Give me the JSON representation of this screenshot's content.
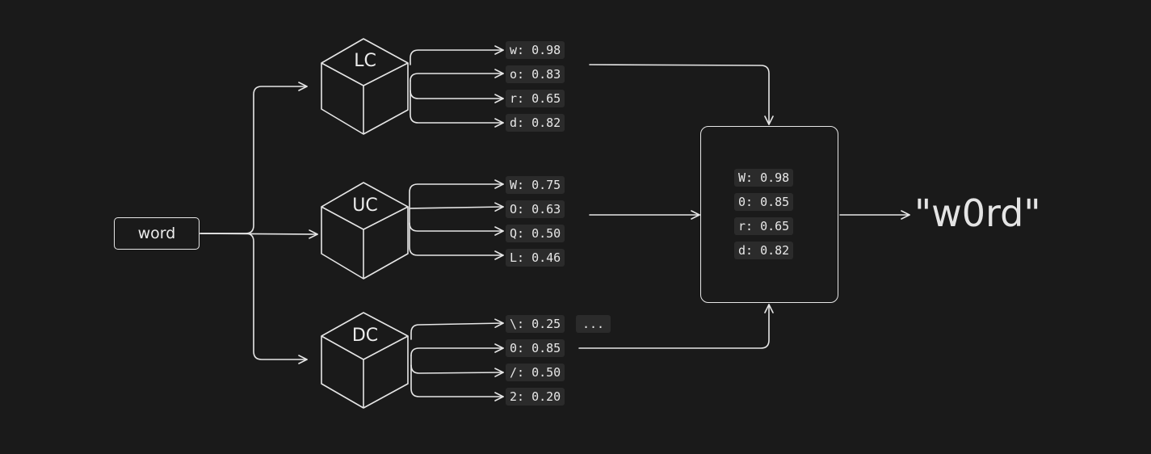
{
  "input": {
    "label": "word"
  },
  "modules": [
    {
      "id": "lc",
      "label": "LC",
      "outputs": [
        "w: 0.98",
        "o: 0.83",
        "r: 0.65",
        "d: 0.82"
      ]
    },
    {
      "id": "uc",
      "label": "UC",
      "outputs": [
        "W: 0.75",
        "O: 0.63",
        "Q: 0.50",
        "L: 0.46"
      ]
    },
    {
      "id": "dc",
      "label": "DC",
      "outputs": [
        "\\: 0.25",
        "0: 0.85",
        "/: 0.50",
        "2: 0.20"
      ],
      "more": "..."
    }
  ],
  "merged": {
    "items": [
      "W: 0.98",
      "0: 0.85",
      "r: 0.65",
      "d: 0.82"
    ]
  },
  "result": {
    "text": "\"w0rd\""
  }
}
